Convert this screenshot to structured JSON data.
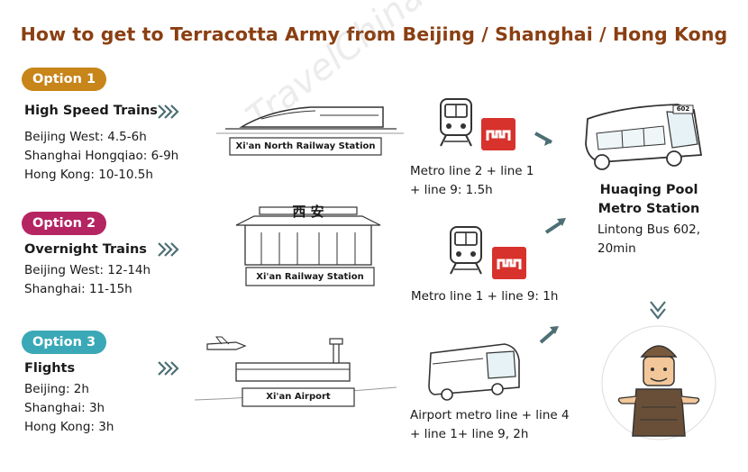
{
  "title": "How to get to Terracotta Army from Beijing / Shanghai / Hong Kong",
  "watermark": "TravelChinaGuide.com",
  "colors": {
    "title": "#8a3f12",
    "option1": "#c7851a",
    "option2": "#b42562",
    "option3": "#3aa8b7",
    "arrow": "#4d6f74",
    "metro_red": "#d8322c"
  },
  "options": [
    {
      "badge": "Option 1",
      "heading": "High Speed Trains",
      "lines": [
        "Beijing West:  4.5-6h",
        "Shanghai Hongqiao: 6-9h",
        "Hong Kong: 10-10.5h"
      ],
      "station": "Xi'an North Railway Station",
      "transfer": [
        "Metro line 2 + line 1",
        "+ line 9: 1.5h"
      ]
    },
    {
      "badge": "Option 2",
      "heading": "Overnight Trains",
      "lines": [
        "Beijing West:  12-14h",
        "Shanghai: 11-15h"
      ],
      "station": "Xi'an Railway Station",
      "station_sign": "西 安",
      "transfer": [
        "Metro line 1 + line 9: 1h"
      ]
    },
    {
      "badge": "Option 3",
      "heading": "Flights",
      "lines": [
        "Beijing:  2h",
        "Shanghai: 3h",
        "Hong Kong: 3h"
      ],
      "station": "Xi'an Airport",
      "transfer": [
        "Airport metro line + line 4",
        "+ line 1+ line 9, 2h"
      ]
    }
  ],
  "destination": {
    "name_lines": [
      "Huaqing Pool",
      "Metro Station"
    ],
    "bus_lines": [
      "Lintong Bus 602,",
      "20min"
    ],
    "bus_number": "602"
  }
}
